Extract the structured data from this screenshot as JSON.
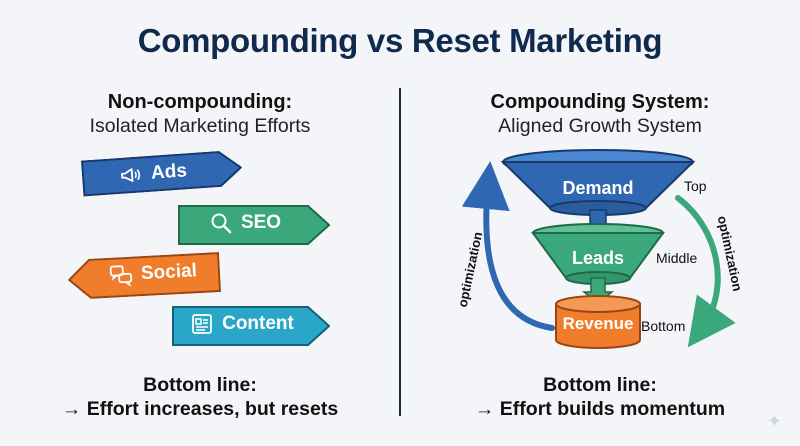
{
  "title": "Compounding vs Reset Marketing",
  "left": {
    "heading": "Non-compounding:",
    "subheading": "Isolated Marketing Efforts",
    "tags": [
      {
        "label": "Ads",
        "icon": "megaphone-icon",
        "color": "#2f67b3"
      },
      {
        "label": "SEO",
        "icon": "magnifier-icon",
        "color": "#3aa87a"
      },
      {
        "label": "Social",
        "icon": "chat-bubbles-icon",
        "color": "#ef7d2c"
      },
      {
        "label": "Content",
        "icon": "document-icon",
        "color": "#2aa6c9"
      }
    ],
    "bottom_line": "Bottom line:",
    "bottom_text": "→ Effort increases, but resets"
  },
  "right": {
    "heading": "Compounding System:",
    "subheading": "Aligned Growth System",
    "stages": [
      {
        "label": "Demand",
        "level": "Top",
        "color": "#2f67b3"
      },
      {
        "label": "Leads",
        "level": "Middle",
        "color": "#3aa87a"
      },
      {
        "label": "Revenue",
        "level": "Bottom",
        "color": "#ef7d2c"
      }
    ],
    "loop_left": "optimization",
    "loop_right": "optimization",
    "bottom_line": "Bottom line:",
    "bottom_text": "→ Effort builds momentum"
  }
}
